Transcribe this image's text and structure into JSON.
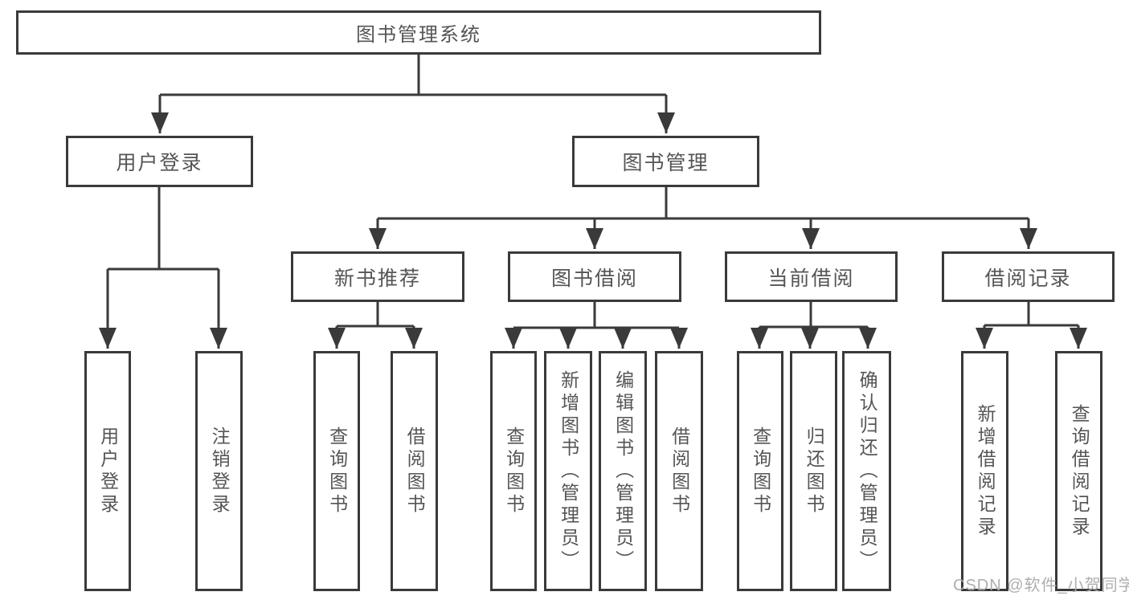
{
  "diagram": {
    "root": {
      "label": "图书管理系统"
    },
    "level1": [
      {
        "id": "user-login",
        "label": "用户登录",
        "children": [
          {
            "label": "用户登录"
          },
          {
            "label": "注销登录"
          }
        ]
      },
      {
        "id": "book-management",
        "label": "图书管理",
        "children": [
          {
            "id": "new-book-recommend",
            "label": "新书推荐",
            "children": [
              {
                "label": "查询图书"
              },
              {
                "label": "借阅图书"
              }
            ]
          },
          {
            "id": "book-borrow",
            "label": "图书借阅",
            "children": [
              {
                "label": "查询图书"
              },
              {
                "label": "新增图书（管理员）"
              },
              {
                "label": "编辑图书（管理员）"
              },
              {
                "label": "借阅图书"
              }
            ]
          },
          {
            "id": "current-borrow",
            "label": "当前借阅",
            "children": [
              {
                "label": "查询图书"
              },
              {
                "label": "归还图书"
              },
              {
                "label": "确认归还（管理员）"
              }
            ]
          },
          {
            "id": "borrow-records",
            "label": "借阅记录",
            "children": [
              {
                "label": "新增借阅记录"
              },
              {
                "label": "查询借阅记录"
              }
            ]
          }
        ]
      }
    ]
  },
  "watermark": {
    "text": "CSDN @软件_小贺同学"
  },
  "colors": {
    "line": "#3a3a3a",
    "box_border": "#3a3a3a",
    "text": "#555558",
    "watermark": "#aaaaac",
    "background": "#ffffff"
  }
}
